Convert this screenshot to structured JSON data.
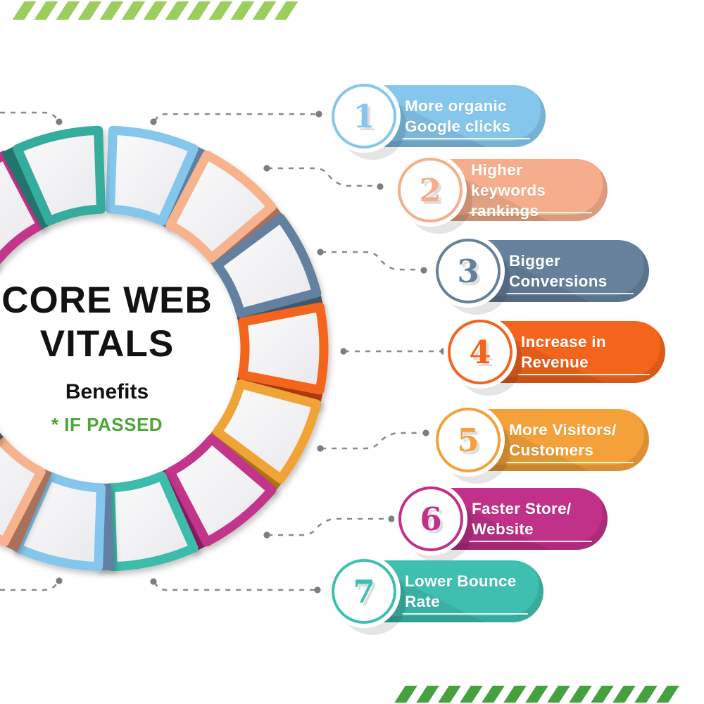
{
  "title": {
    "line1": "CORE WEB",
    "line2": "VITALS",
    "subtitle": "Benefits",
    "note": "* IF PASSED",
    "note_color": "#4BA636",
    "text_color": "#121212"
  },
  "benefits": [
    {
      "number": "1",
      "lines": [
        "More organic",
        "Google clicks"
      ],
      "color": "#85C6EC"
    },
    {
      "number": "2",
      "lines": [
        "Higher keywords",
        "rankings"
      ],
      "color": "#F5AD8B"
    },
    {
      "number": "3",
      "lines": [
        "Bigger",
        "Conversions"
      ],
      "color": "#67809C"
    },
    {
      "number": "4",
      "lines": [
        "Increase in",
        "Revenue"
      ],
      "color": "#F4641C"
    },
    {
      "number": "5",
      "lines": [
        "More Visitors/",
        "Customers"
      ],
      "color": "#F4A13A"
    },
    {
      "number": "6",
      "lines": [
        "Faster Store/",
        "Website"
      ],
      "color": "#C13089"
    },
    {
      "number": "7",
      "lines": [
        "Lower Bounce",
        "Rate"
      ],
      "color": "#3FBFAF"
    }
  ],
  "wheel": {
    "segments": [
      {
        "color": "#85C6EC",
        "shade": "#5E80A2"
      },
      {
        "color": "#F7B28E",
        "shade": "#A9705A"
      },
      {
        "color": "#64809F",
        "shade": "#42566E"
      },
      {
        "color": "#F3651C",
        "shade": "#AC3B0C"
      },
      {
        "color": "#F0A437",
        "shade": "#B07515"
      },
      {
        "color": "#C2348B",
        "shade": "#8C1F63"
      },
      {
        "color": "#3CBCAC",
        "shade": "#2A8A7E"
      },
      {
        "color": "#85C6EC",
        "shade": "#5E80A2"
      },
      {
        "color": "#F7B28E",
        "shade": "#A9705A"
      },
      {
        "color": "#64809F",
        "shade": "#42566E"
      },
      {
        "color": "#F3651C",
        "shade": "#AC3B0C"
      },
      {
        "color": "#F0A437",
        "shade": "#B07515"
      },
      {
        "color": "#C2348B",
        "shade": "#8C1F63"
      },
      {
        "color": "#36AC9D",
        "shade": "#23756C"
      }
    ],
    "frame_fill_light": "#fbfbfc",
    "frame_fill_dark": "#e9e9ec"
  },
  "decor": {
    "top_stripes_color": "#9BCE5F",
    "bottom_stripes_color": "#44A13E"
  },
  "connectors": {
    "line_color": "#8b8b8b",
    "dot_color": "#7d7d7d"
  }
}
